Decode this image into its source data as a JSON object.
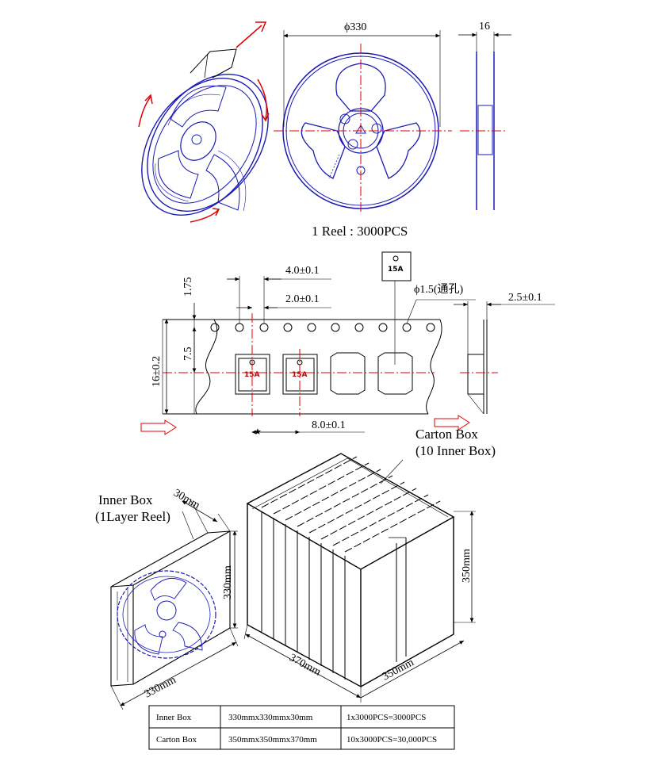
{
  "reel": {
    "diameter_label": "ϕ330",
    "width_label": "16",
    "quantity_label": "1 Reel : 3000PCS"
  },
  "tape": {
    "dim_175": "1.75",
    "dim_pitch_hole": "4.0±0.1",
    "dim_half_pitch": "2.0±0.1",
    "dim_75": "7.5",
    "dim_width": "16±0.2",
    "dim_hole": "ϕ1.5(通孔)",
    "dim_thickness": "2.5±0.1",
    "dim_pitch_pocket": "8.0±0.1",
    "part_marking": "15A",
    "star": "★"
  },
  "carton": {
    "label_line1": "Carton Box",
    "label_line2": "(10 Inner Box)",
    "dim_370": "370mm",
    "dim_350_depth": "350mm",
    "dim_350_height": "350mm"
  },
  "inner_box": {
    "label_line1": "Inner Box",
    "label_line2": "(1Layer Reel)",
    "dim_30": "30mm",
    "dim_330_height": "330mm",
    "dim_330_width": "330mm"
  },
  "spec_table": {
    "rows": [
      {
        "name": "Inner Box",
        "size": "330mmx330mmx30mm",
        "qty": "1x3000PCS=3000PCS"
      },
      {
        "name": "Carton Box",
        "size": "350mmx350mmx370mm",
        "qty": "10x3000PCS=30,000PCS"
      }
    ]
  },
  "colors": {
    "reel": "#1a1ab8",
    "centerline": "#e00000",
    "lines": "#000000"
  }
}
